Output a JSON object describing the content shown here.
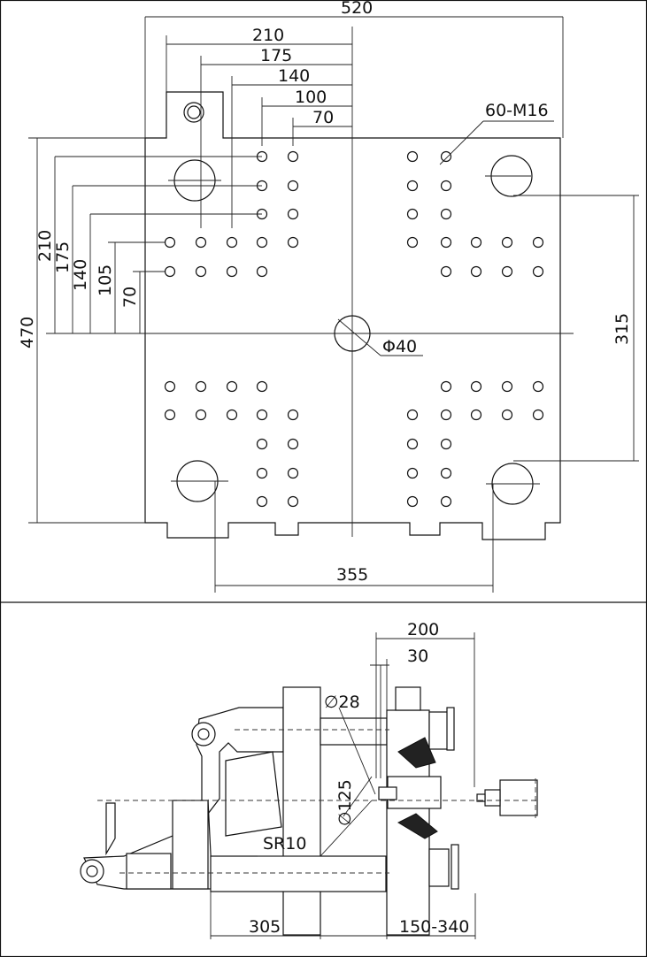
{
  "top_view": {
    "dims_horizontal": [
      "520",
      "210",
      "175",
      "140",
      "100",
      "70"
    ],
    "dims_vertical_left": [
      "470",
      "210",
      "175",
      "140",
      "105",
      "70"
    ],
    "dim_right": "315",
    "dim_bottom": "355",
    "tapped_holes_label": "60-M16",
    "center_hole_label": "Φ40"
  },
  "side_view": {
    "dims_top": [
      "200",
      "30"
    ],
    "dia_28": "∅28",
    "dia_125": "∅125",
    "sr_label": "SR10",
    "dims_bottom": [
      "305",
      "150-340"
    ]
  }
}
